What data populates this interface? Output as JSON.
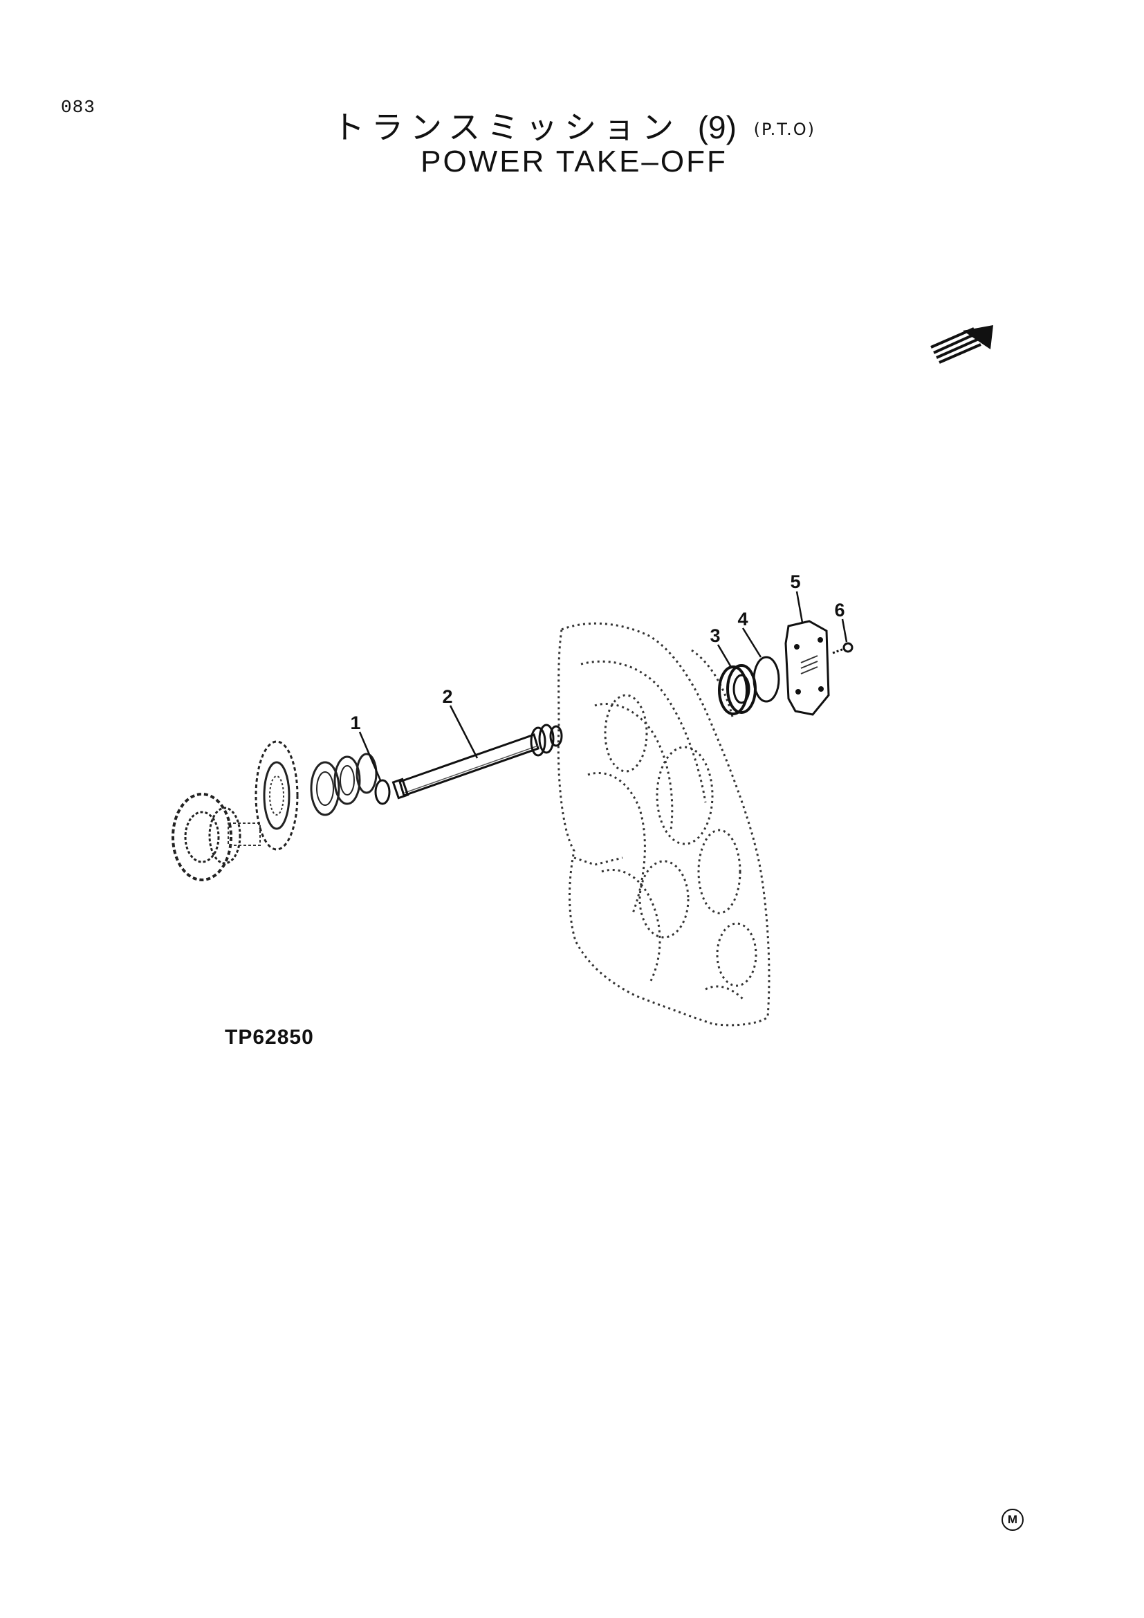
{
  "header": {
    "page_number": "083",
    "title_jp": "トランスミッション",
    "title_jp_number": "(9)",
    "title_jp_sub": "(P.T.O)",
    "title_en": "POWER TAKE–OFF"
  },
  "diagram": {
    "figure_code": "TP62850",
    "callouts": [
      {
        "label": "1",
        "part": "o-ring"
      },
      {
        "label": "2",
        "part": "shaft"
      },
      {
        "label": "3",
        "part": "bearing"
      },
      {
        "label": "4",
        "part": "snap-ring"
      },
      {
        "label": "5",
        "part": "cover"
      },
      {
        "label": "6",
        "part": "bolt"
      }
    ],
    "direction_arrow_icon": "front-direction-arrow-icon"
  },
  "footer": {
    "maker_mark": "M"
  }
}
